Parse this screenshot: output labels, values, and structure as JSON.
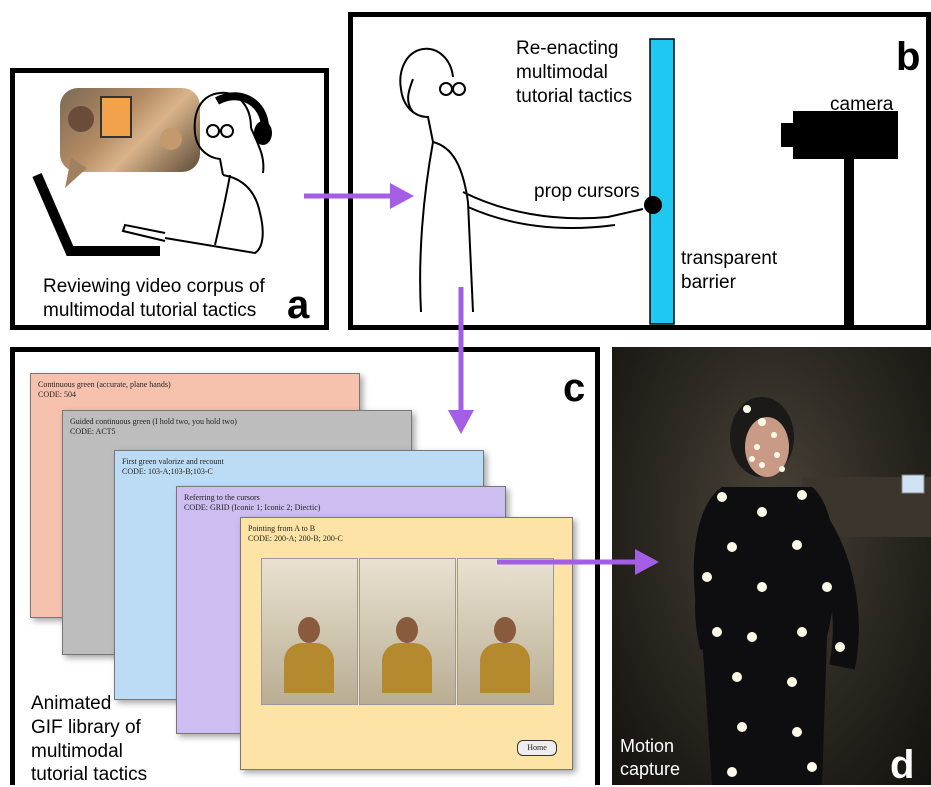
{
  "panel_a": {
    "letter": "a",
    "caption": "Reviewing video corpus of\nmultimodal tutorial tactics"
  },
  "panel_b": {
    "letter": "b",
    "title": "Re-enacting\nmultimodal\ntutorial tactics",
    "prop_label": "prop cursors",
    "barrier_label": "transparent\nbarrier",
    "camera_label": "camera",
    "colors": {
      "barrier": "#1ec8f0"
    }
  },
  "panel_c": {
    "letter": "c",
    "caption": "Animated\nGIF library of\nmultimodal\ntutorial tactics",
    "cards": [
      {
        "title": "Continuous green (accurate, plane hands)\nCODE: 504",
        "color": "#f6c2ad"
      },
      {
        "title": "Guided continuous green (I hold two, you hold two)\nCODE: ACT5",
        "color": "#bdbdbd"
      },
      {
        "title": "First green valorize and recount\nCODE: 103-A;103-B;103-C",
        "color": "#bcdcf5"
      },
      {
        "title": "Referring to the cursors\nCODE: GRID (Iconic 1; Iconic 2; Diectic)",
        "color": "#cdbdf0"
      },
      {
        "title": "Pointing from A to B\nCODE: 200-A; 200-B; 200-C",
        "color": "#fde4a6"
      }
    ],
    "front_card_button": "Home"
  },
  "panel_d": {
    "letter": "d",
    "caption": "Motion\ncapture"
  },
  "arrow_color": "#a45ee5"
}
